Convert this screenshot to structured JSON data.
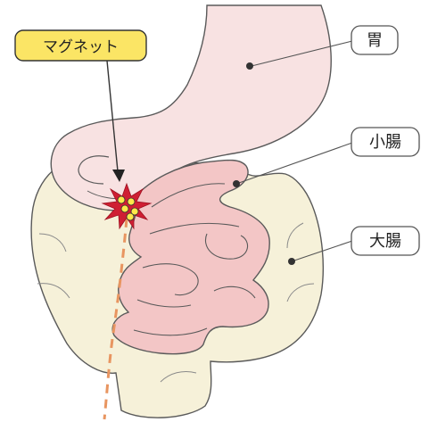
{
  "callout": {
    "text": "マグネット",
    "fill_color": "#fbe565"
  },
  "labels": {
    "stomach": "胃",
    "small_intestine": "小腸",
    "large_intestine": "大腸"
  },
  "colors": {
    "stomach_fill": "#f8e2e2",
    "small_intestine_fill": "#f3c6c6",
    "large_intestine_fill": "#f6f1d9",
    "outline": "#5a5a5a",
    "dashed_path": "#e89560",
    "burst_red": "#cf1f33",
    "magnet_yellow": "#ffe84a"
  },
  "icons": {
    "magnet_burst": "red-starburst-with-yellow-dots",
    "pointer": "black-arrow-down"
  }
}
